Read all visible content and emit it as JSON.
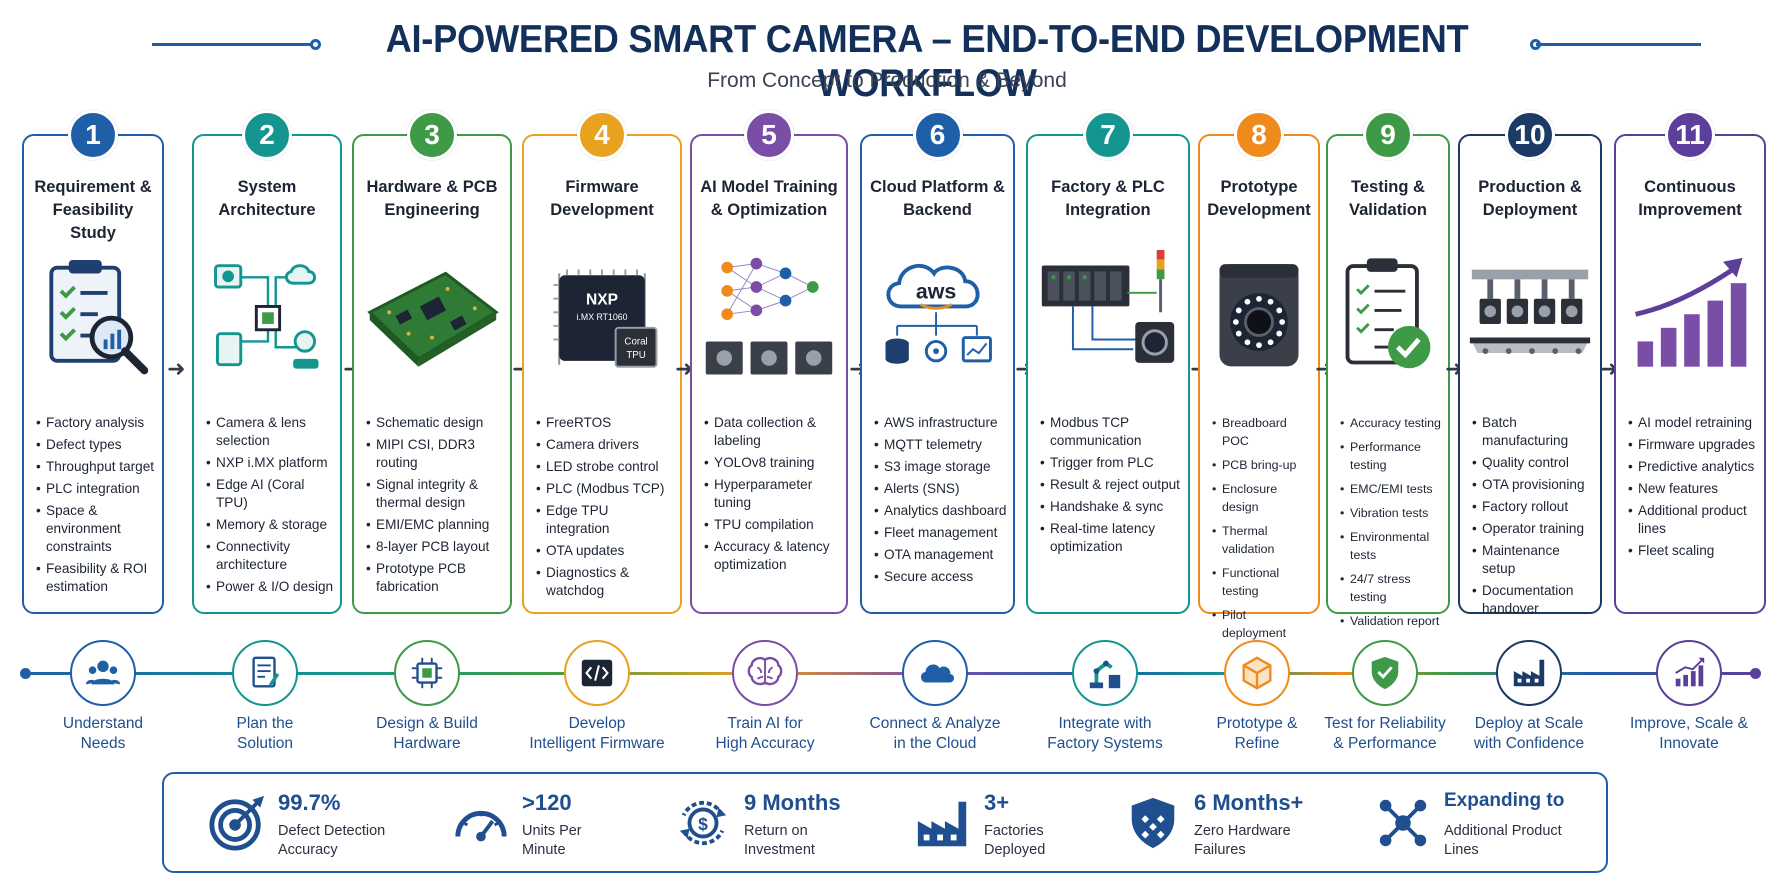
{
  "header": {
    "title": "AI-POWERED SMART CAMERA – END-TO-END DEVELOPMENT WORKFLOW",
    "subtitle": "From Concept to Production & Beyond"
  },
  "colors": {
    "navy": "#13305a",
    "blue": "#1f5fa8",
    "teal": "#14958f",
    "green": "#3f9a47",
    "gold": "#e9a21f",
    "purple": "#7a4ea6",
    "orange": "#ef8a1d",
    "dark_navy": "#1b3a66",
    "violet": "#5b3f9a"
  },
  "steps": [
    {
      "number": "1",
      "title": "Requirement &\nFeasibility Study",
      "icon": "clipboard-magnifier-icon",
      "bullets": [
        "Factory analysis",
        "Defect types",
        "Throughput target",
        "PLC integration",
        "Space & environment constraints",
        "Feasibility & ROI estimation"
      ]
    },
    {
      "number": "2",
      "title": "System\nArchitecture",
      "icon": "system-diagram-icon",
      "bullets": [
        "Camera & lens selection",
        "NXP i.MX platform",
        "Edge AI (Coral TPU)",
        "Memory & storage",
        "Connectivity architecture",
        "Power & I/O design"
      ]
    },
    {
      "number": "3",
      "title": "Hardware & PCB\nEngineering",
      "icon": "pcb-board-icon",
      "bullets": [
        "Schematic design",
        "MIPI CSI, DDR3 routing",
        "Signal integrity & thermal design",
        "EMI/EMC planning",
        "8-layer PCB layout",
        "Prototype PCB fabrication"
      ]
    },
    {
      "number": "4",
      "title": "Firmware\nDevelopment",
      "icon": "processor-chip-icon",
      "chip_label_1": "NXP",
      "chip_label_2": "i.MX RT1060",
      "chip_label_3": "Coral\nTPU",
      "bullets": [
        "FreeRTOS",
        "Camera drivers",
        "LED strobe control",
        "PLC (Modbus TCP)",
        "Edge TPU integration",
        "OTA updates",
        "Diagnostics & watchdog"
      ]
    },
    {
      "number": "5",
      "title": "AI Model Training\n& Optimization",
      "icon": "neural-network-icon",
      "bullets": [
        "Data collection & labeling",
        "YOLOv8 training",
        "Hyperparameter tuning",
        "TPU compilation",
        "Accuracy & latency optimization"
      ]
    },
    {
      "number": "6",
      "title": "Cloud Platform &\nBackend",
      "icon": "cloud-icon",
      "cloud_label": "aws",
      "bullets": [
        "AWS infrastructure",
        "MQTT telemetry",
        "S3 image storage",
        "Alerts (SNS)",
        "Analytics dashboard",
        "Fleet management",
        "OTA management",
        "Secure access"
      ]
    },
    {
      "number": "7",
      "title": "Factory & PLC\nIntegration",
      "icon": "plc-rack-icon",
      "bullets": [
        "Modbus TCP communication",
        "Trigger from PLC",
        "Result & reject output",
        "Handshake & sync",
        "Real-time latency optimization"
      ]
    },
    {
      "number": "8",
      "title": "Prototype\nDevelopment",
      "icon": "camera-icon",
      "bullets": [
        "Breadboard POC",
        "PCB bring-up",
        "Enclosure design",
        "Thermal validation",
        "Functional testing",
        "Pilot deployment"
      ]
    },
    {
      "number": "9",
      "title": "Testing &\nValidation",
      "icon": "checklist-icon",
      "bullets": [
        "Accuracy testing",
        "Performance testing",
        "EMC/EMI tests",
        "Vibration tests",
        "Environmental tests",
        "24/7 stress testing",
        "Validation report"
      ]
    },
    {
      "number": "10",
      "title": "Production &\nDeployment",
      "icon": "conveyor-icon",
      "bullets": [
        "Batch manufacturing",
        "Quality control",
        "OTA provisioning",
        "Factory rollout",
        "Operator training",
        "Maintenance setup",
        "Documentation handover"
      ]
    },
    {
      "number": "11",
      "title": "Continuous\nImprovement",
      "icon": "growth-chart-icon",
      "bullets": [
        "AI model retraining",
        "Firmware upgrades",
        "Predictive analytics",
        "New features",
        "Additional product lines",
        "Fleet scaling"
      ]
    }
  ],
  "timeline": [
    {
      "label": "Understand\nNeeds",
      "icon": "users-icon"
    },
    {
      "label": "Plan the\nSolution",
      "icon": "document-plan-icon"
    },
    {
      "label": "Design & Build\nHardware",
      "icon": "chip-icon"
    },
    {
      "label": "Develop\nIntelligent Firmware",
      "icon": "code-icon"
    },
    {
      "label": "Train AI for\nHigh Accuracy",
      "icon": "brain-icon"
    },
    {
      "label": "Connect & Analyze\nin the Cloud",
      "icon": "cloud-icon"
    },
    {
      "label": "Integrate with\nFactory Systems",
      "icon": "robot-arm-icon"
    },
    {
      "label": "Prototype &\nRefine",
      "icon": "box-icon"
    },
    {
      "label": "Test for Reliability\n& Performance",
      "icon": "shield-check-icon"
    },
    {
      "label": "Deploy at Scale\nwith Confidence",
      "icon": "factory-icon"
    },
    {
      "label": "Improve, Scale &\nInnovate",
      "icon": "bar-chart-icon"
    }
  ],
  "stats": [
    {
      "value": "99.7%",
      "desc": "Defect Detection\nAccuracy",
      "icon": "target-icon"
    },
    {
      "value": ">120",
      "desc": "Units Per\nMinute",
      "icon": "speedometer-icon"
    },
    {
      "value": "9 Months",
      "desc": "Return on\nInvestment",
      "icon": "dollar-cycle-icon"
    },
    {
      "value": "3+",
      "desc": "Factories\nDeployed",
      "icon": "factory-icon"
    },
    {
      "value": "6 Months+",
      "desc": "Zero Hardware\nFailures",
      "icon": "shield-icon"
    },
    {
      "value": "Expanding to",
      "desc": "Additional Product\nLines",
      "icon": "network-icon"
    }
  ]
}
